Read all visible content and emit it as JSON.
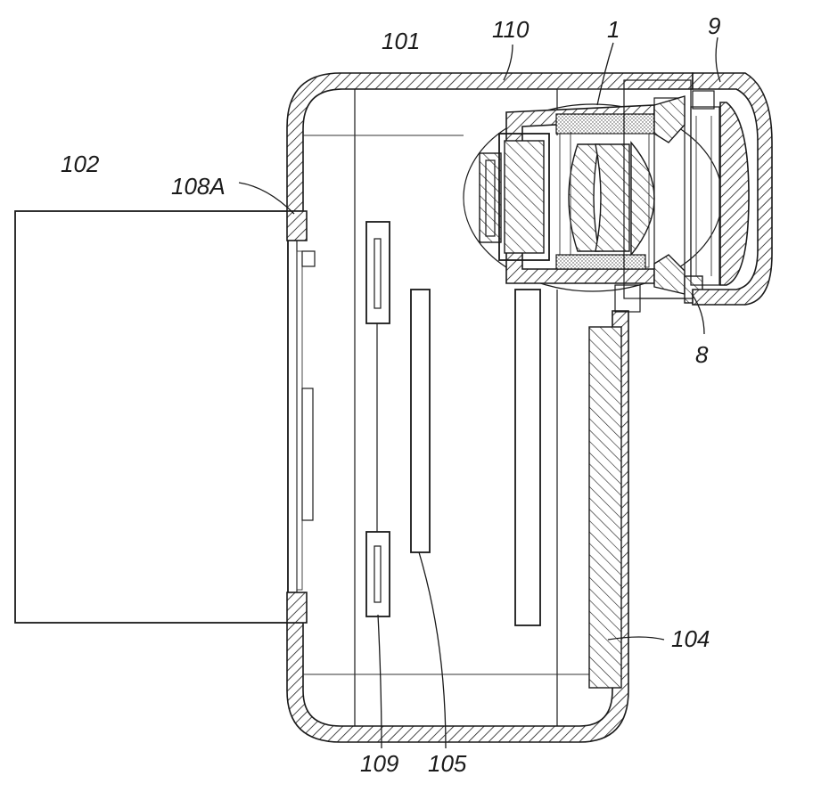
{
  "figure": {
    "labels": {
      "display_panel": "102",
      "hinge": "108A",
      "housing_interior": "101",
      "housing_wall": "110",
      "lens_unit": "1",
      "front_cover": "9",
      "lens_holder": "8",
      "battery": "104",
      "board": "105",
      "board_strip": "109"
    }
  }
}
